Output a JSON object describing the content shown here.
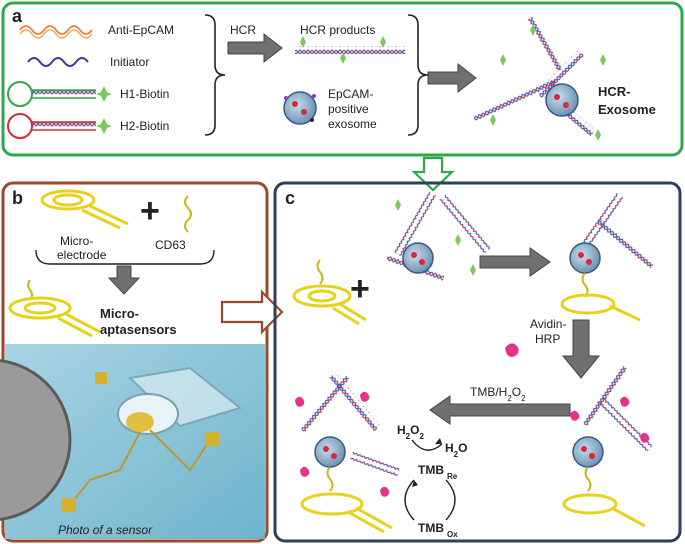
{
  "panel_a": {
    "letter": "a",
    "legend": {
      "anti_epcam": "Anti-EpCAM",
      "initiator": "Initiator",
      "h1_biotin": "H1-Biotin",
      "h2_biotin": "H2-Biotin"
    },
    "hcr": "HCR",
    "hcr_products": "HCR products",
    "exosome_line1": "EpCAM-",
    "exosome_line2": "positive",
    "exosome_line3": "exosome",
    "result_line1": "HCR-",
    "result_line2": "Exosome"
  },
  "panel_b": {
    "letter": "b",
    "microelectrode_line1": "Micro-",
    "microelectrode_line2": "electrode",
    "cd63": "CD63",
    "aptasensors_line1": "Micro-",
    "aptasensors_line2": "aptasensors",
    "photo_caption": "Photo of a sensor"
  },
  "panel_c": {
    "letter": "c",
    "avidin_line1": "Avidin-",
    "avidin_line2": "HRP",
    "tmb_h2o2": "TMB/H",
    "tmb_h2o2_sub": "2",
    "tmb_h2o2_tail": "O",
    "tmb_h2o2_sub2": "2",
    "h2o2": "H",
    "h2o2_sub": "2",
    "h2o2_tail": "O",
    "h2o2_sub2": "2",
    "h2o": "H",
    "h2o_sub": "2",
    "h2o_tail": "O",
    "tmb_re": "TMB",
    "tmb_re_sub": "Re",
    "tmb_ox": "TMB",
    "tmb_ox_sub": "Ox"
  },
  "colors": {
    "panel_a_border": "#2ea84a",
    "panel_b_border": "#9a4a2a",
    "panel_c_border": "#2f3f55",
    "gold": "#e6d21a",
    "arrow_gray": "#707070",
    "anti_epcam_red": "#f07a3a",
    "initiator_blue": "#3a3a9a",
    "h1_green": "#2ea84a",
    "h2_red": "#d8283a",
    "exosome_blue": "#7fa6c8",
    "hrp_pink": "#e8328a"
  }
}
